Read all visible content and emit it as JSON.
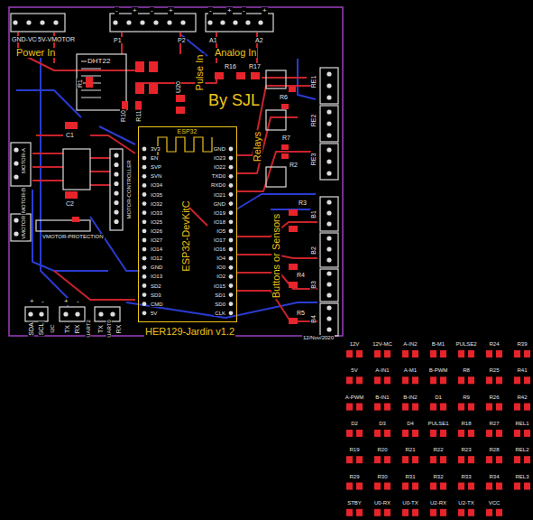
{
  "diagram": {
    "nodes": [
      {
        "text": [
          "ESP32",
          "ESP32-DevKitC"
        ]
      }
    ],
    "labels": [
      "GND-VCC",
      "5V-VMOTOR",
      "Power In",
      "-",
      "+",
      "-",
      "+",
      "P1",
      "P2",
      "-",
      "+",
      "-",
      "+",
      "A1",
      "A2",
      "Analog In",
      "Pulse In",
      "DHT22",
      "R1",
      "U20",
      "R10",
      "R11",
      "R16",
      "R17",
      "RE1",
      "RE2",
      "RE3",
      "R6",
      "R7",
      "R2",
      "Relays",
      "By SJL",
      "R3",
      "B1",
      "B2",
      "B3",
      "B4",
      "R4",
      "R5",
      "Buttons or Sensors",
      "MOTOR-A",
      "MOTOR-B",
      "VMOTOR",
      "C1",
      "C2",
      "MOTOR-CONTROLLER",
      "VMOTOR-PROTECTION",
      "+",
      "-",
      "SDA",
      "SCL",
      "I2C",
      "+",
      "-",
      "TX",
      "RX",
      "UART2",
      "TX",
      "UART0",
      "RX",
      "HER129-Jardin v1.2",
      "12/Nov/2020",
      "3V3",
      "EN",
      "SVP",
      "SVN",
      "IO34",
      "IO35",
      "IO32",
      "IO33",
      "IO25",
      "IO26",
      "IO27",
      "IO14",
      "IO12",
      "GND",
      "IO13",
      "SD2",
      "SD3",
      "CMD",
      "5V",
      "GND",
      "IO23",
      "IO22",
      "TXD0",
      "RXD0",
      "IO21",
      "GND",
      "IO19",
      "IO18",
      "IO5",
      "IO17",
      "IO16",
      "IO4",
      "IO0",
      "IO2",
      "IO15",
      "SD1",
      "SD0",
      "CLK",
      "12V",
      "12V-MC",
      "A-IN2",
      "B-M1",
      "PULSE2",
      "R24",
      "R39",
      "5V",
      "A-IN1",
      "A-M1",
      "B-PWM",
      "R8",
      "R25",
      "R41",
      "A-PWM",
      "B-IN1",
      "B-IN2",
      "D1",
      "R9",
      "R26",
      "R42",
      "D2",
      "D3",
      "D4",
      "PULSE1",
      "R18",
      "R27",
      "REL1",
      "R19",
      "R20",
      "R21",
      "R22",
      "R23",
      "R28",
      "REL2",
      "R29",
      "R30",
      "R31",
      "R32",
      "R33",
      "R34",
      "REL3",
      "STBY",
      "U0-RX",
      "U0-TX",
      "U2-RX",
      "U2-TX",
      "VCC"
    ]
  }
}
